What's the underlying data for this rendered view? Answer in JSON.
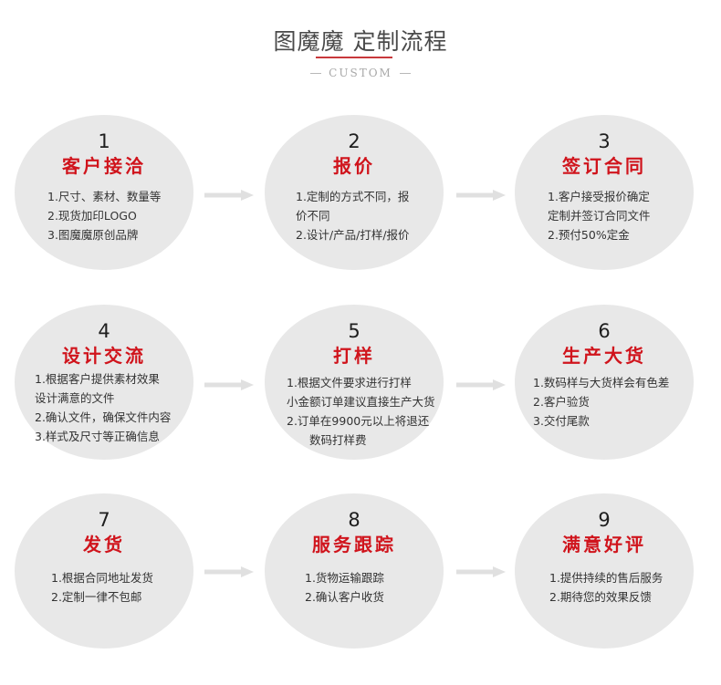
{
  "header": {
    "title": "图魔魔 定制流程",
    "subtitle": "CUSTOM",
    "accent_color": "#c8383c"
  },
  "steps": [
    {
      "number": "1",
      "title": "客户接洽",
      "lines": [
        "1.尺寸、素材、数量等",
        "2.现货加印LOGO",
        "3.图魔魔原创品牌"
      ]
    },
    {
      "number": "2",
      "title": "报价",
      "lines": [
        "1.定制的方式不同，报",
        "价不同",
        "2.设计/产品/打样/报价"
      ]
    },
    {
      "number": "3",
      "title": "签订合同",
      "lines": [
        "1.客户接受报价确定",
        "定制并签订合同文件",
        "2.预付50%定金"
      ]
    },
    {
      "number": "4",
      "title": "设计交流",
      "lines": [
        "1.根据客户提供素材效果",
        "设计满意的文件",
        "2.确认文件，确保文件内容",
        "3.样式及尺寸等正确信息"
      ]
    },
    {
      "number": "5",
      "title": "打样",
      "lines": [
        "1.根据文件要求进行打样",
        "小金额订单建议直接生产大货",
        "2.订单在9900元以上将退还",
        "　　数码打样费"
      ]
    },
    {
      "number": "6",
      "title": "生产大货",
      "lines": [
        "1.数码样与大货样会有色差",
        "2.客户验货",
        "3.交付尾款"
      ]
    },
    {
      "number": "7",
      "title": "发货",
      "lines": [
        "1.根据合同地址发货",
        "2.定制一律不包邮"
      ]
    },
    {
      "number": "8",
      "title": "服务跟踪",
      "lines": [
        "1.货物运输跟踪",
        "2.确认客户收货"
      ]
    },
    {
      "number": "9",
      "title": "满意好评",
      "lines": [
        "1.提供持续的售后服务",
        "2.期待您的效果反馈"
      ]
    }
  ],
  "colors": {
    "circle_fill": "#e8e8e8",
    "step_title": "#d0141c",
    "arrow": "#e0e0e0"
  }
}
